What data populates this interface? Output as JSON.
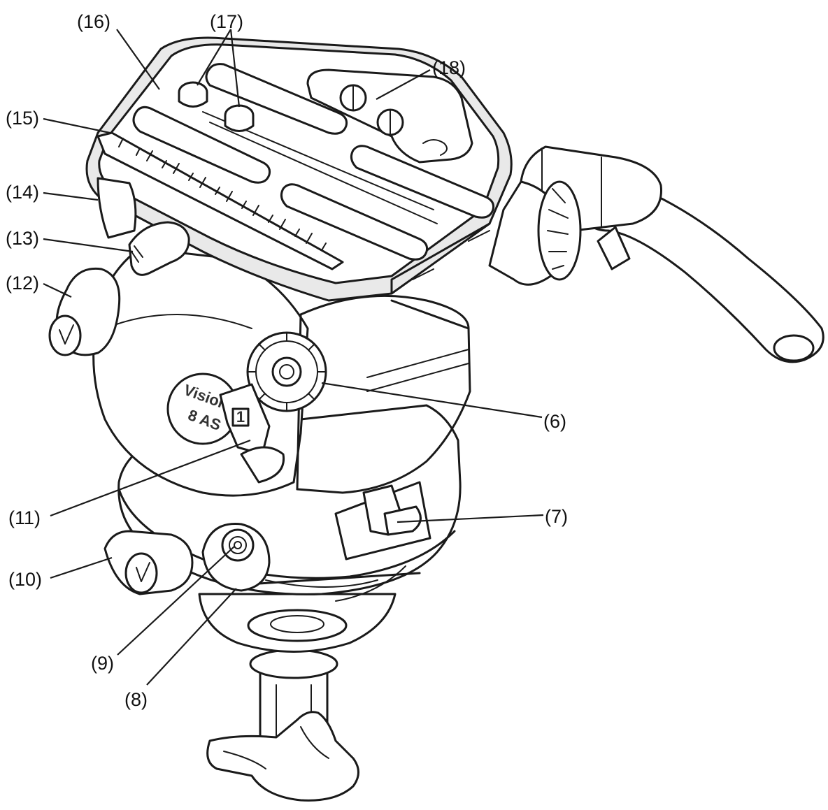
{
  "badge": {
    "line1": "Vision",
    "line2": "8 AS",
    "index_mark": "1"
  },
  "callouts": [
    {
      "id": "16",
      "text": "(16)"
    },
    {
      "id": "17",
      "text": "(17)"
    },
    {
      "id": "18",
      "text": "(18)"
    },
    {
      "id": "15",
      "text": "(15)"
    },
    {
      "id": "14",
      "text": "(14)"
    },
    {
      "id": "13",
      "text": "(13)"
    },
    {
      "id": "12",
      "text": "(12)"
    },
    {
      "id": "6",
      "text": "(6)"
    },
    {
      "id": "11",
      "text": "(11)"
    },
    {
      "id": "7",
      "text": "(7)"
    },
    {
      "id": "10",
      "text": "(10)"
    },
    {
      "id": "9",
      "text": "(9)"
    },
    {
      "id": "8",
      "text": "(8)"
    }
  ]
}
